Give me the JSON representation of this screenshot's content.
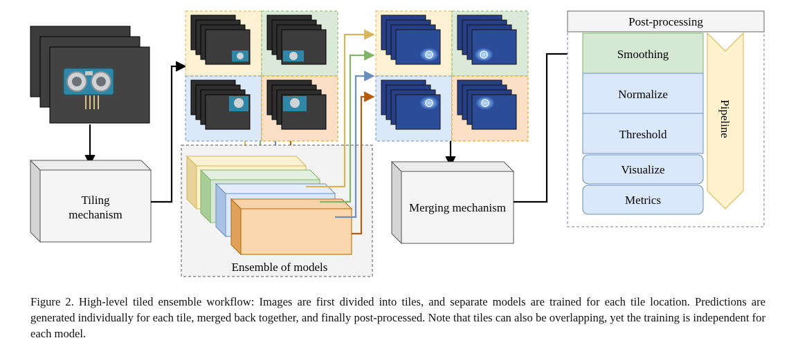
{
  "labels": {
    "tiling": [
      "Tiling",
      "mechanism"
    ],
    "merging": "Merging mechanism",
    "ensemble": "Ensemble of models",
    "post_processing": "Post-processing",
    "pipeline": "Pipeline"
  },
  "post_steps": [
    "Smoothing",
    "Normalize",
    "Threshold",
    "Visualize",
    "Metrics"
  ],
  "caption": {
    "prefix": "Figure 2.",
    "text": "High-level tiled ensemble workflow: Images are first divided into tiles, and separate models are trained for each tile location. Predictions are generated individually for each tile, merged back together, and finally post-processed. Note that tiles can also be overlapping, yet the training is independent for each model."
  },
  "colors": {
    "yellow_bg": "#fdf1d3",
    "green_bg": "#dbead8",
    "blue_bg": "#dbe8f8",
    "orange_bg": "#fbe0c6",
    "yellow_arrow": "#d6b656",
    "green_arrow": "#82b366",
    "blue_arrow": "#6c8ebf",
    "orange_arrow": "#b85c10",
    "smoothing_fill": "#d5e8d4",
    "step_fill": "#dae8fc",
    "pipeline_fill": "#fff2cc",
    "post_border": "#9673a6"
  }
}
